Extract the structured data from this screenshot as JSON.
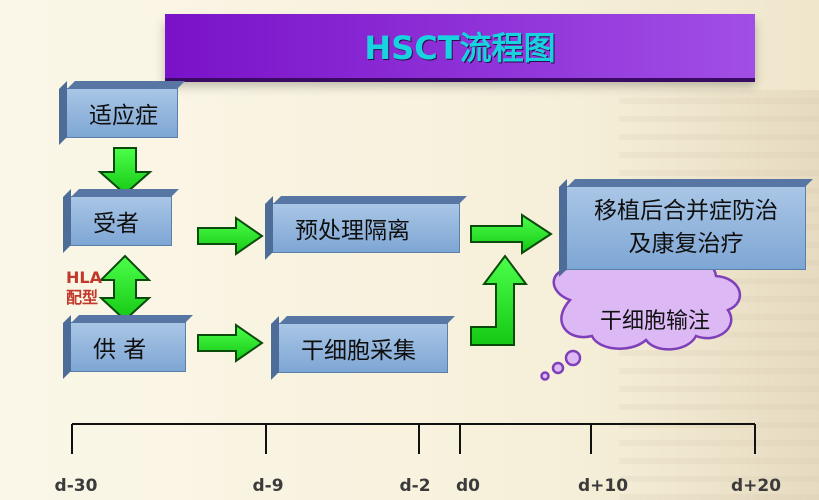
{
  "title": "HSCT流程图",
  "boxes": {
    "indication": "适应症",
    "recipient": "受者",
    "donor": "供 者",
    "conditioning": "预处理隔离",
    "stem_cell_collection": "干细胞采集",
    "complication_line1": "移植后合并症防治",
    "complication_line2": "及康复治疗"
  },
  "hla_label_line1": "HLA",
  "hla_label_line2": "配型",
  "bubble": "干细胞输注",
  "timeline": {
    "ticks": [
      "d-30",
      "d-9",
      "d-2",
      "d0",
      "d+10",
      "d+20"
    ]
  },
  "colors": {
    "title_bg": "#8a2be2",
    "title_text": "#18d3df",
    "box": "#8fb2dc",
    "arrow": "#22e022",
    "bubble": "#dcb8f5",
    "hla": "#c0392b"
  }
}
